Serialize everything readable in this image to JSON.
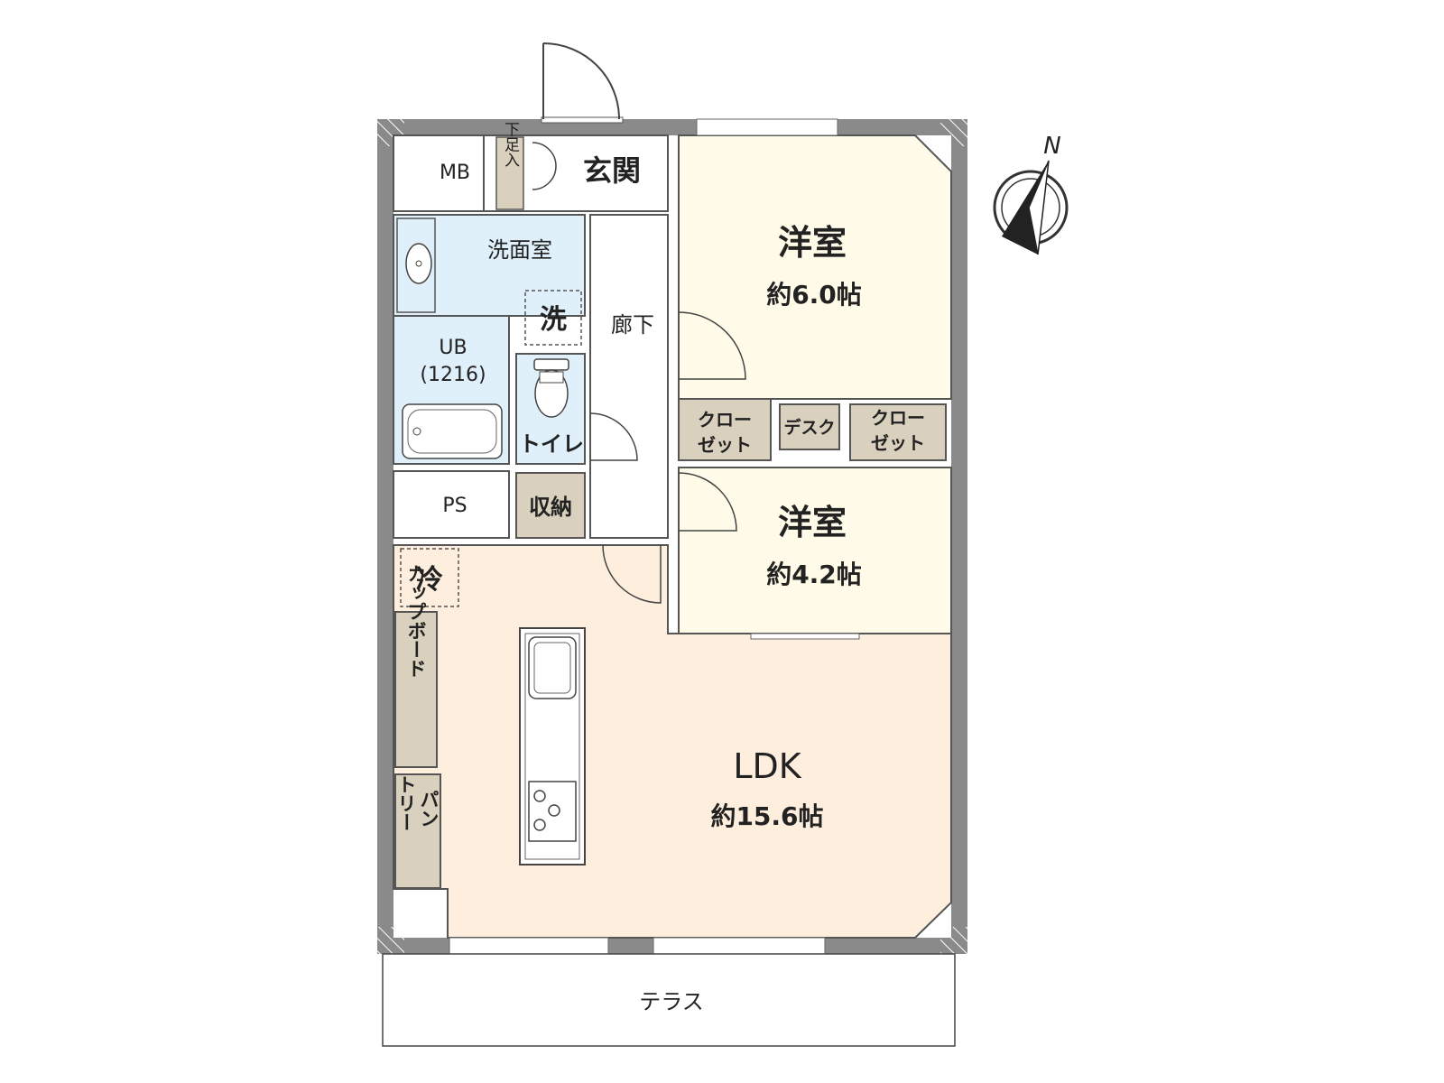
{
  "labels": {
    "mb": "MB",
    "shoe_box": "下足入",
    "entrance": "玄関",
    "washroom": "洗面室",
    "washer": "洗",
    "corridor": "廊下",
    "unit_bath": "UB",
    "unit_bath_size": "(1216)",
    "toilet": "トイレ",
    "ps": "PS",
    "storage": "収納",
    "fridge": "冷",
    "cupboard": "カップボード",
    "pantry_line1": "パン",
    "pantry_line2": "トリー",
    "room1_name": "洋室",
    "room1_size": "約6.0帖",
    "closet1_line1": "クロー",
    "closet1_line2": "ゼット",
    "desk": "デスク",
    "closet2_line1": "クロー",
    "closet2_line2": "ゼット",
    "room2_name": "洋室",
    "room2_size": "約4.2帖",
    "ldk_name": "LDK",
    "ldk_size": "約15.6帖",
    "terrace": "テラス",
    "north": "N"
  },
  "colors": {
    "wall": "#8a8a8a",
    "western_room": "#fffbe8",
    "ldk": "#fdeedd",
    "wet_area": "#dff0fb",
    "storage": "#d9d0bd",
    "outline": "#444444"
  },
  "icons": {
    "compass": "north-arrow-icon",
    "sink": "sink-icon",
    "toilet": "toilet-icon",
    "bathtub": "bathtub-icon",
    "kitchen_sink": "kitchen-sink-icon",
    "stove": "stove-icon"
  }
}
